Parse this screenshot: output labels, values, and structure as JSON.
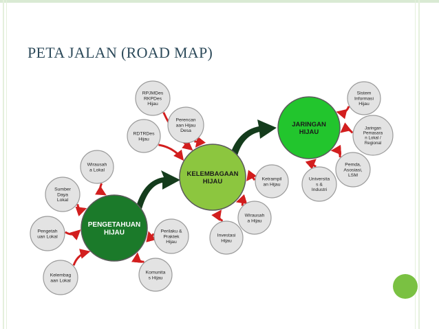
{
  "slide": {
    "title": "PETA JALAN (ROAD MAP)"
  },
  "colors": {
    "dark_green": "#1b7a2a",
    "mid_green": "#8cc63f",
    "bright_green": "#22c52d",
    "satellite_fill": "#e3e3e3",
    "arrow_red": "#d21e1e",
    "big_arrow": "#143c1c",
    "accent_circle": "#7ac142"
  },
  "diagram": {
    "main_nodes": [
      {
        "id": "pengetahuan",
        "lines": [
          "PENGETAHUAN",
          "HIJAU"
        ]
      },
      {
        "id": "kelembagaan",
        "lines": [
          "KELEMBAGAAN",
          "HIJAU"
        ]
      },
      {
        "id": "jaringan",
        "lines": [
          "JARINGAN",
          "HIJAU"
        ]
      }
    ],
    "satellites": [
      {
        "id": "wirausaha-lokal",
        "parent": "pengetahuan",
        "lines": [
          "Wirausah",
          "a Lokal"
        ]
      },
      {
        "id": "sumber-daya-lokal",
        "parent": "pengetahuan",
        "lines": [
          "Sumber",
          "Daya",
          "Lokal"
        ]
      },
      {
        "id": "pengetahuan-lokal",
        "parent": "pengetahuan",
        "lines": [
          "Pengetah",
          "uan Lokal"
        ]
      },
      {
        "id": "kelembagaan-lokal",
        "parent": "pengetahuan",
        "lines": [
          "Kelembag",
          "aan Lokal"
        ]
      },
      {
        "id": "perilaku-praktek",
        "parent": "pengetahuan",
        "lines": [
          "Perilaku &",
          "Praktek",
          "Hijau"
        ]
      },
      {
        "id": "komunitas-hijau",
        "parent": "pengetahuan",
        "lines": [
          "Komunita",
          "s Hijau"
        ]
      },
      {
        "id": "rpjmdes",
        "parent": "kelembagaan",
        "lines": [
          "RPJMDes",
          "RKPDes",
          "Hijau"
        ]
      },
      {
        "id": "rdtrdes",
        "parent": "kelembagaan",
        "lines": [
          "RDTRDes",
          "Hijau"
        ]
      },
      {
        "id": "perencanaan",
        "parent": "kelembagaan",
        "lines": [
          "Perencan",
          "aan Hijau",
          "Desa"
        ]
      },
      {
        "id": "keterampilan",
        "parent": "kelembagaan",
        "lines": [
          "Ketrampil",
          "an Hijau"
        ]
      },
      {
        "id": "wirausaha-hijau",
        "parent": "kelembagaan",
        "lines": [
          "Wirausah",
          "a Hijau"
        ]
      },
      {
        "id": "investasi",
        "parent": "kelembagaan",
        "lines": [
          "Investasi",
          "Hijau"
        ]
      },
      {
        "id": "sistem-informasi",
        "parent": "jaringan",
        "lines": [
          "Sistem",
          "Informasi",
          "Hijau"
        ]
      },
      {
        "id": "jaringan-pemasaran",
        "parent": "jaringan",
        "lines": [
          "Jaringan",
          "Pemasara",
          "n Lokal /",
          "Regional"
        ]
      },
      {
        "id": "pemda",
        "parent": "jaringan",
        "lines": [
          "Pemda,",
          "Asosiasi,",
          "LSM"
        ]
      },
      {
        "id": "universitas",
        "parent": "jaringan",
        "lines": [
          "Universita",
          "s &",
          "Industri"
        ]
      }
    ]
  }
}
